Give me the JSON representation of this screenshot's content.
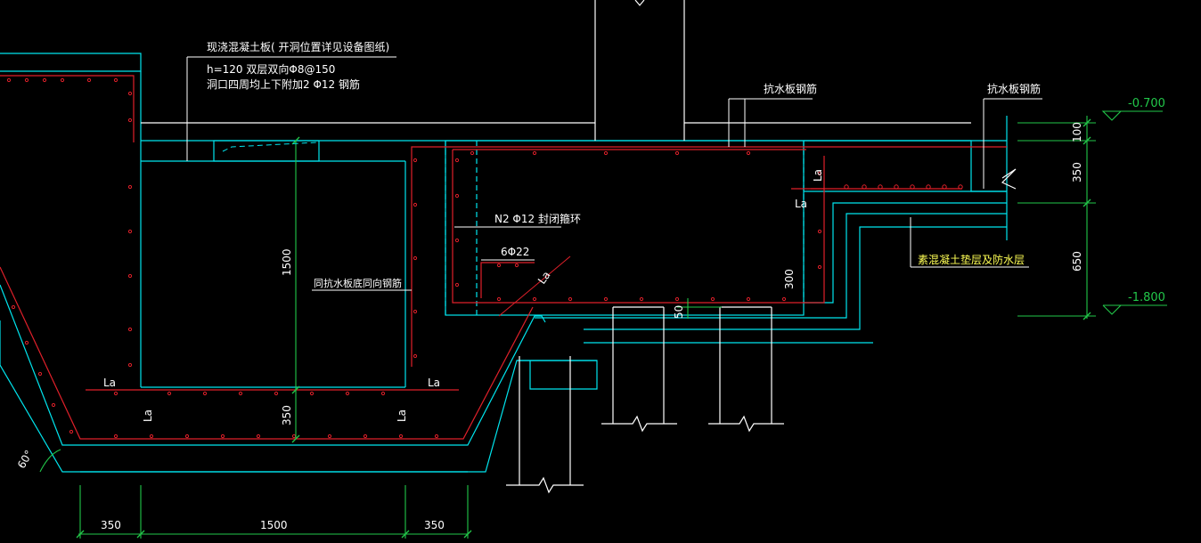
{
  "colors": {
    "background": "#000000",
    "concrete_outline": "#00e5ee",
    "rebar": "#e0202a",
    "dimension": "#22c84a",
    "leader": "#ffffff",
    "annotation": "#ffffff",
    "highlight_annotation": "#ffff55"
  },
  "notes": {
    "slab_title": "现浇混凝土板( 开洞位置详见设备图纸)",
    "slab_spec1": "h=120 双层双向Φ8@150",
    "slab_spec2": "洞口四周均上下附加2 Φ12 钢筋",
    "uplift_rebar_1": "抗水板钢筋",
    "uplift_rebar_2": "抗水板钢筋",
    "same_as_uplift": "同抗水板底同向钢筋",
    "closed_hoop": "N2 Φ12 封闭箍环",
    "bars_6d22": "6Φ22",
    "plain_concrete": "素混凝土垫层及防水层"
  },
  "labels": {
    "la_diag": "La",
    "la_right_top": "La",
    "la_right_mid": "La",
    "la_bottom_left": "La",
    "la_bottom_right": "La",
    "la_vert_left": "La",
    "la_vert_right": "La",
    "angle": "60°"
  },
  "dimensions": {
    "h_1500": "1500",
    "h_350_pit": "350",
    "h_300": "300",
    "h_50": "50",
    "right_100": "100",
    "right_350": "350",
    "right_650": "650",
    "bottom_350_left": "350",
    "bottom_1500": "1500",
    "bottom_350_right": "350"
  },
  "elevations": {
    "top": "-0.700",
    "bottom": "-1.800"
  }
}
